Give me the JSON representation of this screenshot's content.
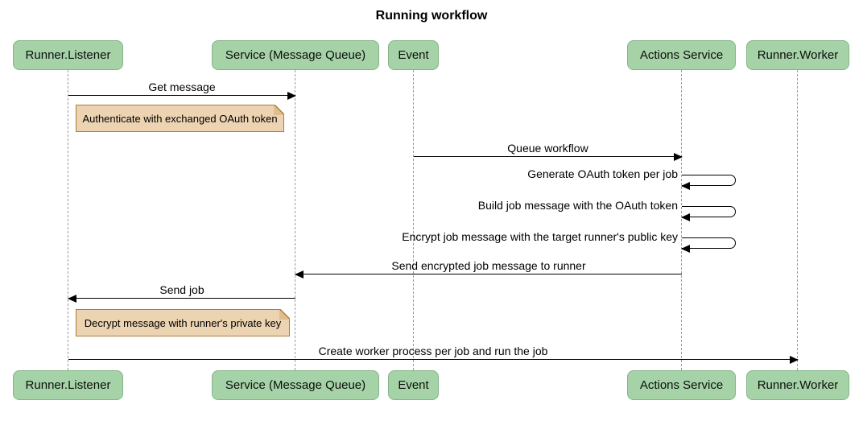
{
  "title": "Running workflow",
  "diagram_type": "sequence",
  "colors": {
    "participant_fill": "#a5d3a7",
    "participant_border": "#84b487",
    "note_fill": "#ecd3b1",
    "note_border": "#a97e3e",
    "lifeline": "#9b9b9b",
    "arrow": "#000000",
    "background": "#ffffff"
  },
  "participants": [
    {
      "label": "Runner.Listener"
    },
    {
      "label": "Service (Message Queue)"
    },
    {
      "label": "Event"
    },
    {
      "label": "Actions Service"
    },
    {
      "label": "Runner.Worker"
    }
  ],
  "messages": [
    {
      "from": "Runner.Listener",
      "to": "Service (Message Queue)",
      "label": "Get message"
    },
    {
      "from": "Event",
      "to": "Actions Service",
      "label": "Queue workflow"
    },
    {
      "from": "Actions Service",
      "to": "Service (Message Queue)",
      "label": "Send encrypted job message to runner"
    },
    {
      "from": "Service (Message Queue)",
      "to": "Runner.Listener",
      "label": "Send job"
    },
    {
      "from": "Runner.Listener",
      "to": "Runner.Worker",
      "label": "Create worker process per job and run the job"
    }
  ],
  "self_messages": [
    {
      "actor": "Actions Service",
      "label": "Generate OAuth token per job"
    },
    {
      "actor": "Actions Service",
      "label": "Build job message with the OAuth token"
    },
    {
      "actor": "Actions Service",
      "label": "Encrypt job message with the target runner's public key"
    }
  ],
  "notes": [
    {
      "over": "Runner.Listener",
      "text": "Authenticate with exchanged OAuth token"
    },
    {
      "over": "Runner.Listener",
      "text": "Decrypt message with runner's private key"
    }
  ]
}
